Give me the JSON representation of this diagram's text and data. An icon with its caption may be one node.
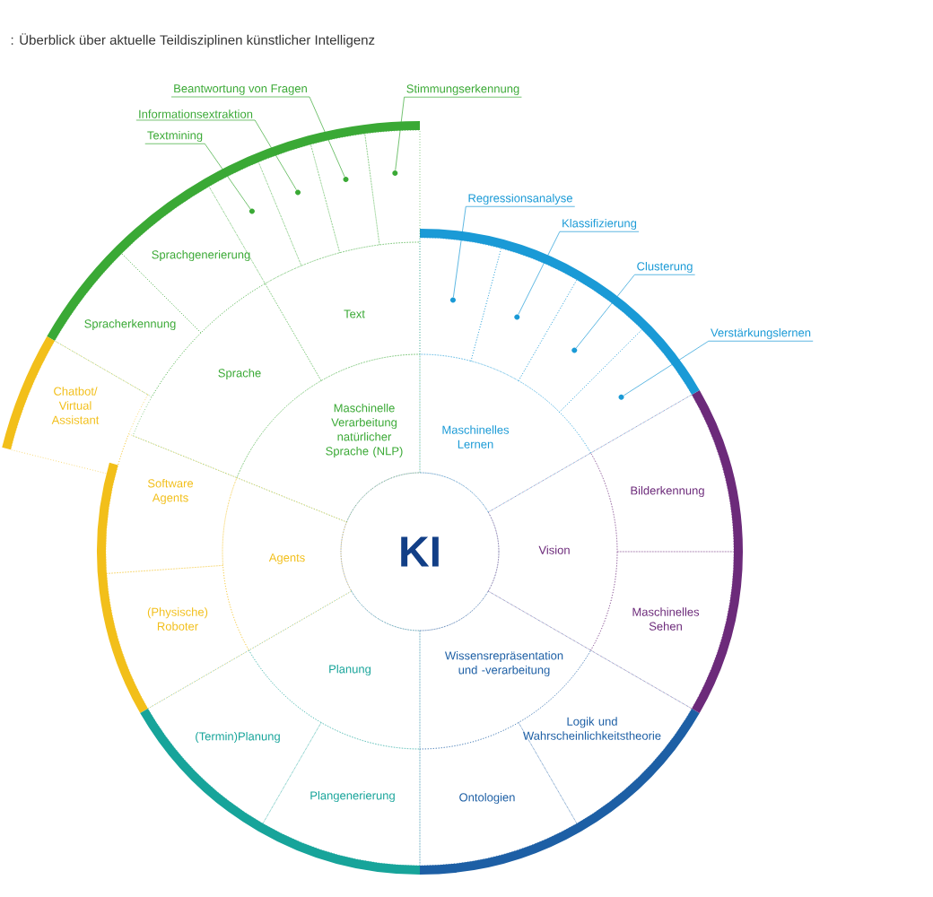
{
  "diagram": {
    "title": ": Überblick über aktuelle Teildisziplinen künstlicher Intelligenz",
    "nodes": [
      {
        "text": [
          "KI"
        ]
      },
      {
        "text": [
          "Maschinelle Verarbeitung natürlicher Sprache (NLP)"
        ]
      },
      {
        "text": [
          "Maschinelles Lernen"
        ]
      },
      {
        "text": [
          "Vision"
        ]
      },
      {
        "text": [
          "Wissensrepräsentation und -verarbeitung"
        ]
      },
      {
        "text": [
          "Planung"
        ]
      },
      {
        "text": [
          "Agents"
        ]
      },
      {
        "text": [
          "Text"
        ]
      },
      {
        "text": [
          "Sprache"
        ]
      },
      {
        "text": [
          "Spracherkennung"
        ]
      },
      {
        "text": [
          "Sprachgenerierung"
        ]
      },
      {
        "text": [],
        "shape": "segment"
      },
      {
        "text": [],
        "shape": "segment"
      },
      {
        "text": [],
        "shape": "segment"
      },
      {
        "text": [],
        "shape": "segment"
      },
      {
        "text": [],
        "shape": "segment"
      },
      {
        "text": [],
        "shape": "segment"
      },
      {
        "text": [],
        "shape": "segment"
      },
      {
        "text": [],
        "shape": "segment"
      },
      {
        "text": [
          "Bilderkennung"
        ]
      },
      {
        "text": [
          "Maschinelles Sehen"
        ]
      },
      {
        "text": [
          "Logik und Wahrscheinlichkeitstheorie"
        ]
      },
      {
        "text": [
          "Ontologien"
        ]
      },
      {
        "text": [
          "Plangenerierung"
        ]
      },
      {
        "text": [
          "(Termin)Planung"
        ]
      },
      {
        "text": [
          "(Physische) Roboter"
        ]
      },
      {
        "text": [
          "Software Agents"
        ]
      },
      {
        "text": [
          "Chatbot/ Virtual Assistant"
        ]
      },
      {
        "text": [
          "Textmining"
        ]
      },
      {
        "text": [
          "Informationsextraktion"
        ]
      },
      {
        "text": [
          "Beantwortung von Fragen"
        ]
      },
      {
        "text": [
          "Stimmungserkennung"
        ]
      },
      {
        "text": [
          "Regressionsanalyse"
        ]
      },
      {
        "text": [
          "Klassifizierung"
        ]
      },
      {
        "text": [
          "Clusterung"
        ]
      },
      {
        "text": [
          "Verstärkungslernen"
        ]
      }
    ],
    "edges": [
      {
        "from": 28,
        "to": 11,
        "arrow": "none",
        "color": "#3aa935"
      },
      {
        "from": 29,
        "to": 12,
        "arrow": "none",
        "color": "#3aa935"
      },
      {
        "from": 30,
        "to": 13,
        "arrow": "none",
        "color": "#3aa935"
      },
      {
        "from": 31,
        "to": 14,
        "arrow": "none",
        "color": "#3aa935"
      },
      {
        "from": 32,
        "to": 15,
        "arrow": "none",
        "color": "#1a9ad6"
      },
      {
        "from": 33,
        "to": 16,
        "arrow": "none",
        "color": "#1a9ad6"
      },
      {
        "from": 34,
        "to": 17,
        "arrow": "none",
        "color": "#1a9ad6"
      },
      {
        "from": 35,
        "to": 18,
        "arrow": "none",
        "color": "#1a9ad6"
      }
    ]
  }
}
